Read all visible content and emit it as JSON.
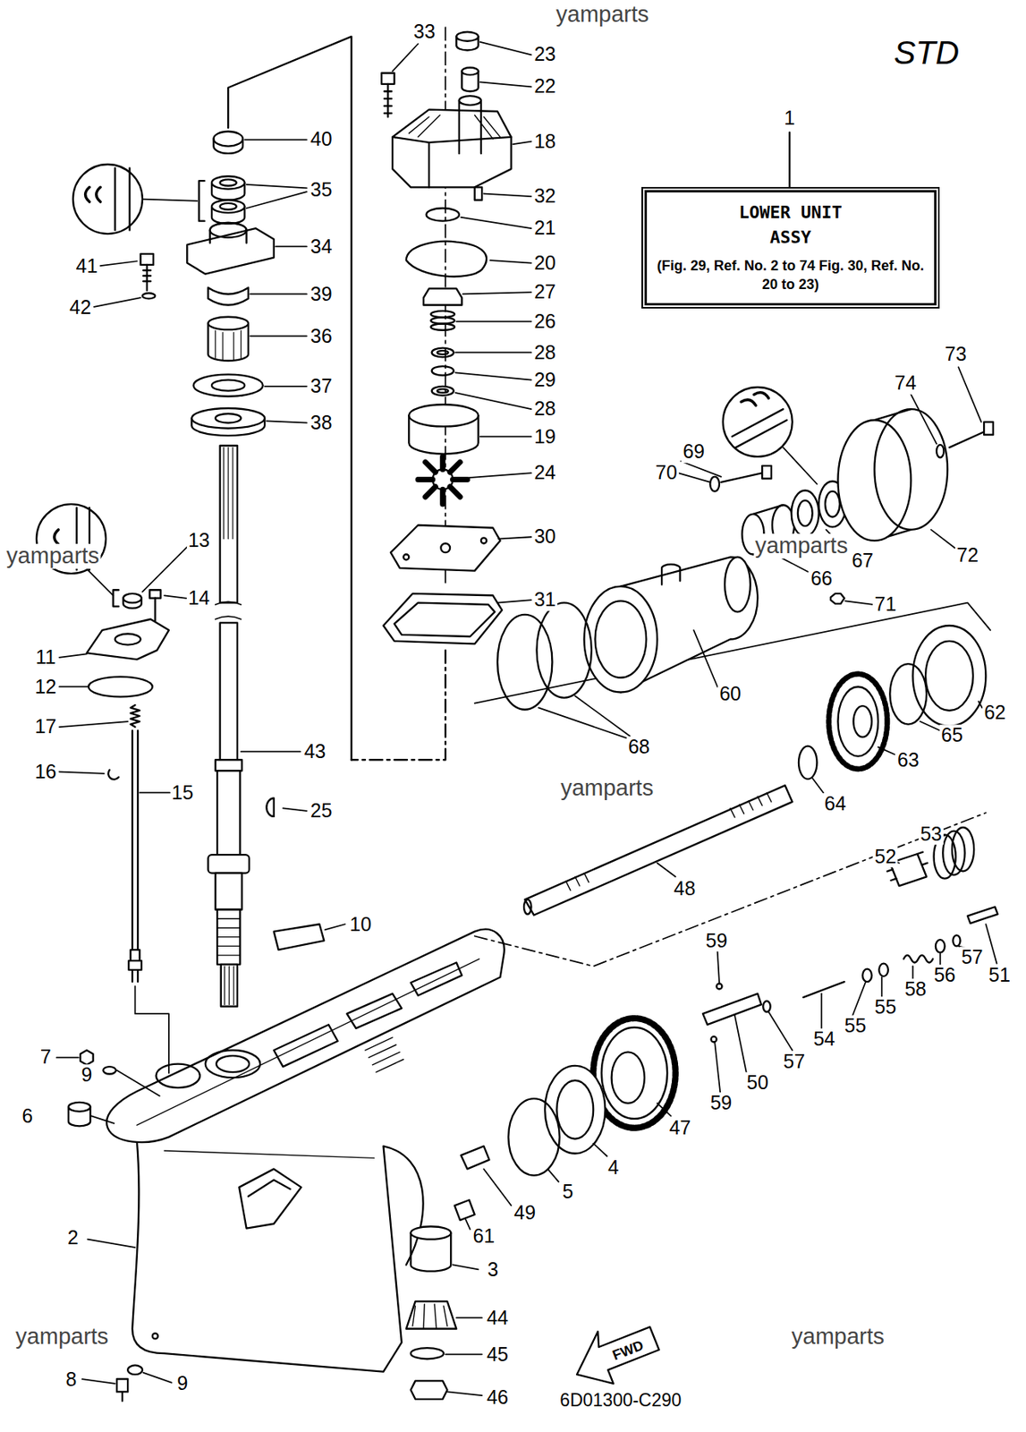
{
  "diagram": {
    "nodes": [
      {
        "text": [
          "LOWER UNIT ASSY",
          "(Fig. 29, Ref. No. 2 to 74 Fig. 30, Ref. No. 20 to 23)"
        ]
      }
    ],
    "labels": [
      "yamparts",
      "STD",
      "33",
      "23",
      "22",
      "40",
      "18",
      "35",
      "32",
      "21",
      "34",
      "20",
      "41",
      "27",
      "39",
      "42",
      "26",
      "36",
      "28",
      "73",
      "29",
      "74",
      "37",
      "28",
      "38",
      "19",
      "69",
      "70",
      "24",
      "30",
      "13",
      "yamparts",
      "yamparts",
      "67",
      "72",
      "66",
      "14",
      "31",
      "71",
      "11",
      "12",
      "60",
      "62",
      "17",
      "65",
      "68",
      "43",
      "63",
      "16",
      "yamparts",
      "15",
      "64",
      "25",
      "53",
      "52",
      "48",
      "10",
      "59",
      "57",
      "56",
      "51",
      "58",
      "55",
      "55",
      "54",
      "7",
      "57",
      "9",
      "50",
      "59",
      "6",
      "47",
      "4",
      "5",
      "49",
      "2",
      "61",
      "3",
      "44",
      "yamparts",
      "yamparts",
      "FWD",
      "45",
      "8",
      "9",
      "46",
      "6D01300-C290",
      "1"
    ]
  }
}
